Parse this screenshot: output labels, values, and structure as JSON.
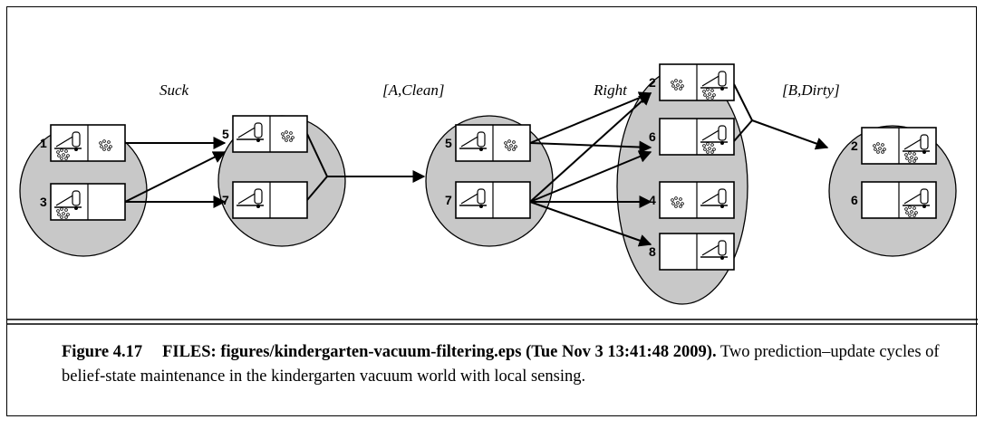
{
  "diagram": {
    "action_labels": [
      "Suck",
      "[A,Clean]",
      "Right",
      "[B,Dirty]"
    ],
    "belief_states": [
      {
        "states": [
          "1",
          "3"
        ]
      },
      {
        "states": [
          "5",
          "7"
        ]
      },
      {
        "states": [
          "5",
          "7"
        ]
      },
      {
        "states": [
          "2",
          "6",
          "4",
          "8"
        ]
      },
      {
        "states": [
          "2",
          "6"
        ]
      }
    ],
    "world_states": {
      "1": {
        "vacuum": "A",
        "dirtA": true,
        "dirtB": true
      },
      "2": {
        "vacuum": "B",
        "dirtA": true,
        "dirtB": true
      },
      "3": {
        "vacuum": "A",
        "dirtA": true,
        "dirtB": false
      },
      "4": {
        "vacuum": "B",
        "dirtA": true,
        "dirtB": false
      },
      "5": {
        "vacuum": "A",
        "dirtA": false,
        "dirtB": true
      },
      "6": {
        "vacuum": "B",
        "dirtA": false,
        "dirtB": true
      },
      "7": {
        "vacuum": "A",
        "dirtA": false,
        "dirtB": false
      },
      "8": {
        "vacuum": "B",
        "dirtA": false,
        "dirtB": false
      }
    },
    "colors": {
      "belief_fill": "#c8c8c8",
      "stroke": "#000000",
      "cell_fill": "#ffffff"
    }
  },
  "caption": {
    "label": "Figure 4.17",
    "file": "FILES: figures/kindergarten-vacuum-filtering.eps (Tue Nov 3 13:41:48 2009).",
    "text": "Two prediction–update cycles of belief-state maintenance in the kindergarten vacuum world with local sensing."
  }
}
